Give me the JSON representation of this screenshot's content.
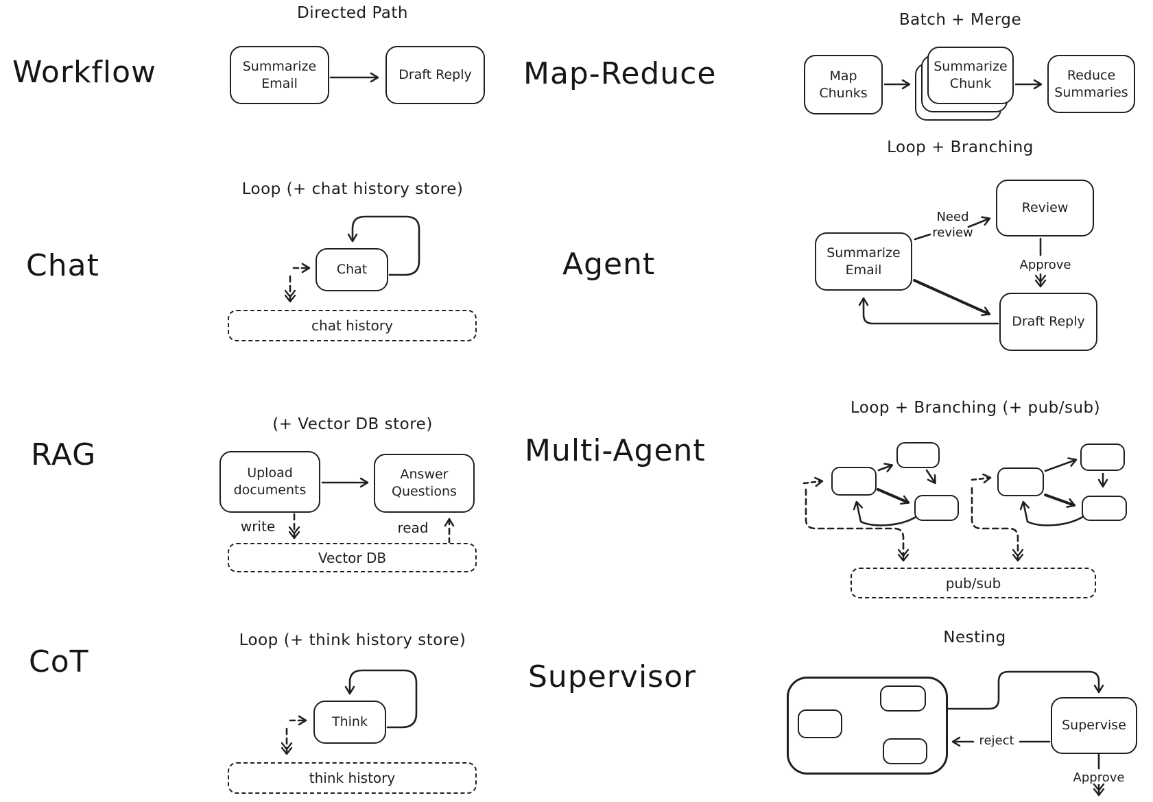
{
  "canvas": {
    "background": "#ffffff",
    "ink": "#1f1f1f"
  },
  "sections": {
    "workflow": {
      "label": "Workflow",
      "pattern": "Directed Path",
      "nodes": {
        "summarize_email": "Summarize Email",
        "draft_reply": "Draft Reply"
      }
    },
    "map_reduce": {
      "label": "Map-Reduce",
      "pattern": "Batch + Merge",
      "nodes": {
        "map_chunks": "Map Chunks",
        "summarize_chunk": "Summarize Chunk",
        "reduce_summaries": "Reduce Summaries"
      }
    },
    "chat": {
      "label": "Chat",
      "pattern": "Loop (+ chat history store)",
      "nodes": {
        "chat": "Chat",
        "chat_history": "chat history"
      }
    },
    "agent": {
      "label": "Agent",
      "pattern": "Loop + Branching",
      "nodes": {
        "summarize_email": "Summarize Email",
        "review": "Review",
        "draft_reply": "Draft Reply"
      },
      "edges": {
        "need_review": "Need review",
        "approve": "Approve"
      }
    },
    "rag": {
      "label": "RAG",
      "pattern": "(+ Vector DB store)",
      "nodes": {
        "upload_documents": "Upload documents",
        "answer_questions": "Answer Questions",
        "vector_db": "Vector DB"
      },
      "edges": {
        "write": "write",
        "read": "read"
      }
    },
    "multi_agent": {
      "label": "Multi-Agent",
      "pattern": "Loop + Branching (+ pub/sub)",
      "nodes": {
        "pub_sub": "pub/sub"
      }
    },
    "cot": {
      "label": "CoT",
      "pattern": "Loop (+ think history store)",
      "nodes": {
        "think": "Think",
        "think_history": "think history"
      }
    },
    "supervisor": {
      "label": "Supervisor",
      "pattern": "Nesting",
      "nodes": {
        "supervise": "Supervise"
      },
      "edges": {
        "reject": "reject",
        "approve": "Approve"
      }
    }
  }
}
